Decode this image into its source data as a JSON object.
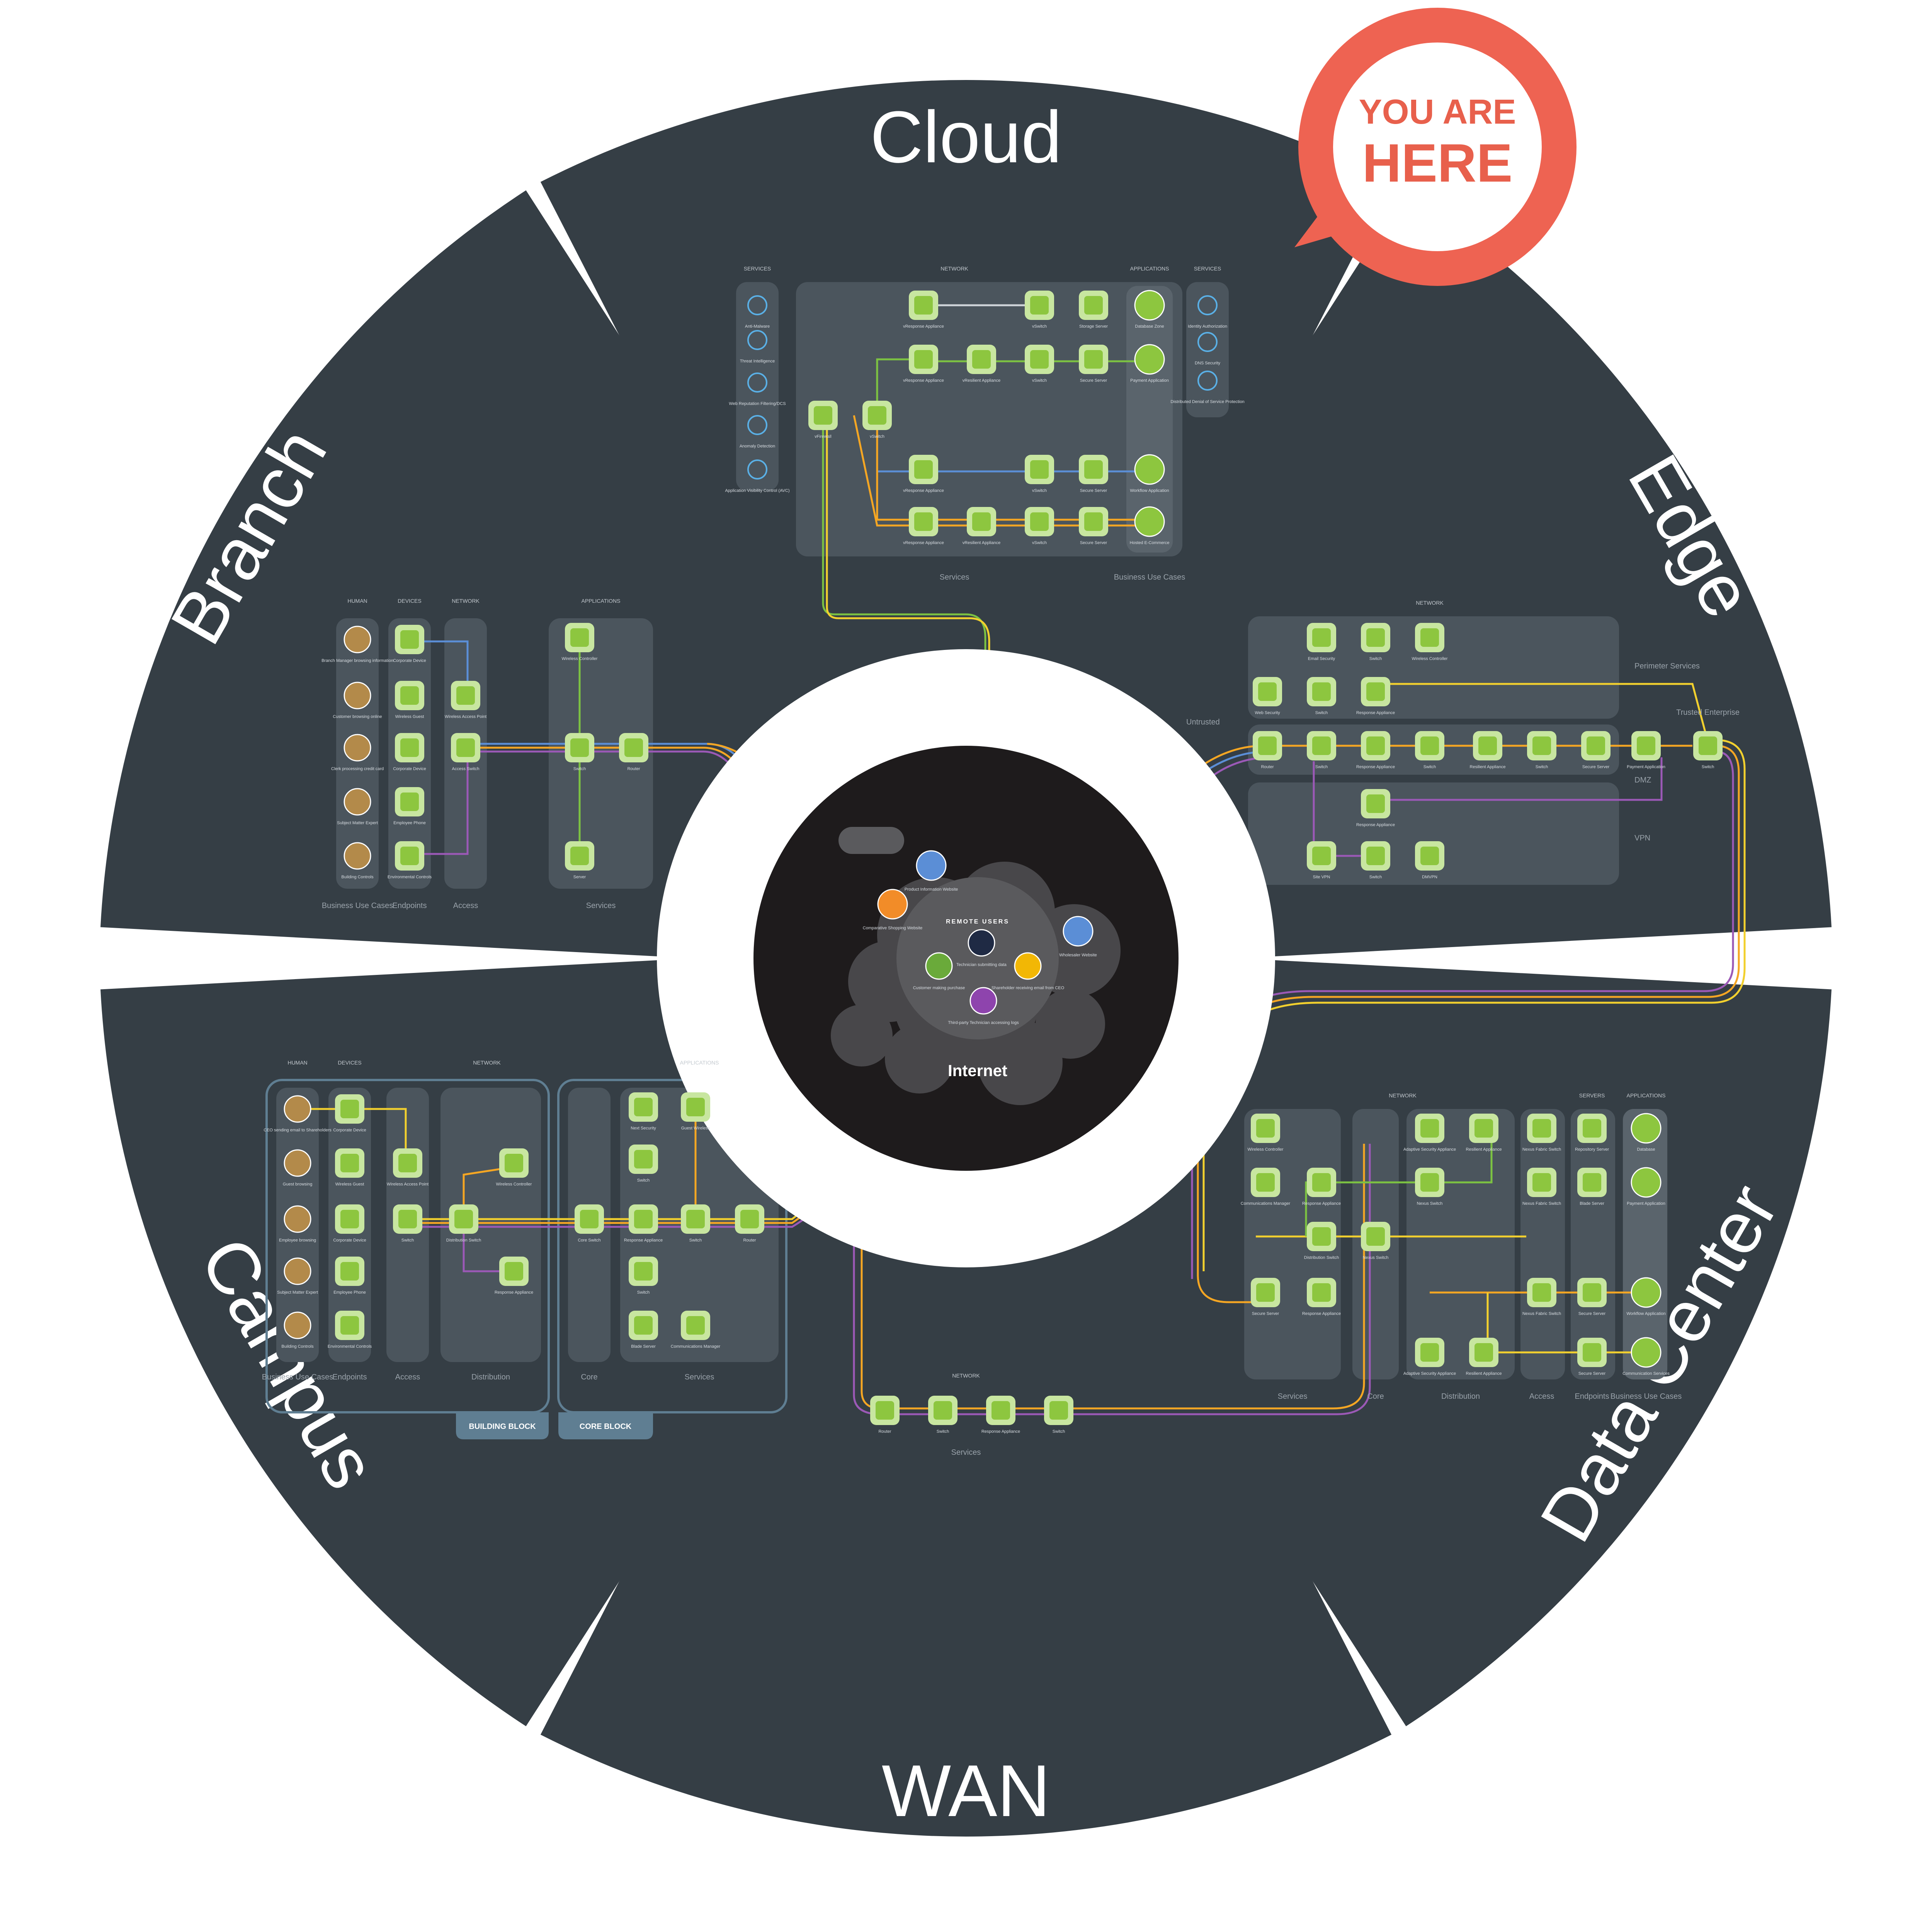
{
  "colors": {
    "sector": "#353e45",
    "panel": "#4b555d",
    "panel_inner": "#5a646c",
    "hub_outer": "#ffffff",
    "hub_inner": "#1e1b1c",
    "cloud_gray": "#48474a",
    "node_green": "#8dc63f",
    "node_green_light": "#c8e6a0",
    "badge": "#ee6352",
    "line_orange": "#f5a623",
    "line_purple": "#9b59b6",
    "line_blue": "#5b8ed6",
    "line_green": "#7cc242",
    "line_yellow": "#f2d02e",
    "line_white": "#d0d5da"
  },
  "badge": {
    "line1": "YOU ARE",
    "line2": "HERE"
  },
  "sectors": {
    "cloud": "Cloud",
    "edge": "Edge",
    "data_center": "Data Center",
    "wan": "WAN",
    "campus": "Campus",
    "branch": "Branch"
  },
  "hub": {
    "title": "Internet",
    "remote_users": "REMOTE USERS",
    "items": [
      "Product Information Website",
      "Comparative Shopping Website",
      "Technician submitting data",
      "Shareholder receiving email from CEO",
      "Customer making purchase",
      "Third-party Technician accessing logs",
      "Wholesaler Website"
    ]
  },
  "cloud": {
    "headers": [
      "SERVICES",
      "NETWORK",
      "APPLICATIONS",
      "SERVICES"
    ],
    "services_left": [
      "Anti-Malware",
      "Threat Intelligence",
      "Web Reputation Filtering/DCS",
      "Anomaly Detection",
      "Application Visibility Control (AVC)"
    ],
    "services_right": [
      "Identity Authorization",
      "DNS Security",
      "Distributed Denial of Service Protection"
    ],
    "nodes": [
      "vFirewall",
      "vSwitch",
      "vResponse Appliance",
      "vSwitch",
      "Storage Server",
      "vResponse Appliance",
      "vResilient Appliance",
      "vSwitch",
      "Secure Server",
      "vResponse Appliance",
      "vSwitch",
      "Secure Server",
      "vResponse Appliance",
      "vResilient Appliance",
      "vSwitch",
      "Secure Server"
    ],
    "apps": [
      "Database Zone",
      "Payment Application",
      "Workflow Application",
      "Hosted E-Commerce"
    ],
    "footer": [
      "Services",
      "Business Use Cases"
    ]
  },
  "edge": {
    "header": "NETWORK",
    "zones": [
      "Perimeter Services",
      "Untrusted",
      "DMZ",
      "VPN",
      "Trusted Enterprise"
    ],
    "nodes": [
      "Email Security",
      "Switch",
      "Wireless Controller",
      "Web Security",
      "Switch",
      "Response Appliance",
      "Router",
      "Switch",
      "Response Appliance",
      "Switch",
      "Resilient Appliance",
      "Switch",
      "Secure Server",
      "Payment Application",
      "Switch",
      "Response Appliance",
      "Site VPN",
      "Switch",
      "DMVPN"
    ]
  },
  "data_center": {
    "headers": [
      "NETWORK",
      "SERVERS",
      "APPLICATIONS"
    ],
    "nodes": [
      "Wireless Controller",
      "Communications Manager",
      "Response Appliance",
      "Distribution Switch",
      "Nexus Switch",
      "Adaptive Security Appliance",
      "Resilient Appliance",
      "Nexus Switch",
      "Nexus Fabric Switch",
      "Nexus Fabric Switch",
      "Repository Server",
      "Blade Server",
      "Secure Server",
      "Response Appliance",
      "Adaptive Security Appliance",
      "Resilient Appliance",
      "Nexus Fabric Switch",
      "Secure Server",
      "Secure Server"
    ],
    "apps": [
      "Database",
      "Payment Application",
      "Workflow Application",
      "Communication Services"
    ],
    "footer": [
      "Services",
      "Core",
      "Distribution",
      "Access",
      "Endpoints",
      "Business Use Cases"
    ]
  },
  "wan": {
    "header": "NETWORK",
    "nodes": [
      "Router",
      "Switch",
      "Response Appliance",
      "Switch"
    ],
    "footer": "Services"
  },
  "campus": {
    "headers": [
      "HUMAN",
      "DEVICES",
      "NETWORK",
      "APPLICATIONS"
    ],
    "humans": [
      "CEO sending email to Shareholders",
      "Guest browsing",
      "Employee browsing",
      "Subject Matter Expert",
      "Building Controls"
    ],
    "devices": [
      "Corporate Device",
      "Wireless Guest",
      "Corporate Device",
      "Employee Phone",
      "Environmental Controls"
    ],
    "network": [
      "Wireless Access Point",
      "Switch",
      "Distribution Switch",
      "Wireless Controller",
      "Response Appliance",
      "Core Switch",
      "Next Security",
      "Guest Wireless",
      "Switch",
      "Response Appliance",
      "Switch",
      "Router",
      "Switch",
      "Blade Server",
      "Communications Manager"
    ],
    "footer": [
      "Business Use Cases",
      "Endpoints",
      "Access",
      "Distribution",
      "Core",
      "Services"
    ],
    "blocks": [
      "BUILDING BLOCK",
      "CORE BLOCK"
    ]
  },
  "branch": {
    "headers": [
      "HUMAN",
      "DEVICES",
      "NETWORK",
      "APPLICATIONS"
    ],
    "humans": [
      "Branch Manager browsing information",
      "Customer browsing online",
      "Clerk processing credit card",
      "Subject Matter Expert",
      "Building Controls"
    ],
    "devices": [
      "Corporate Device",
      "Wireless Guest",
      "Corporate Device",
      "Employee Phone",
      "Environmental Controls"
    ],
    "network": [
      "Wireless Access Point",
      "Access Switch",
      "Switch",
      "Router",
      "Wireless Controller",
      "Server"
    ],
    "footer": [
      "Business Use Cases",
      "Endpoints",
      "Access",
      "Services"
    ]
  }
}
